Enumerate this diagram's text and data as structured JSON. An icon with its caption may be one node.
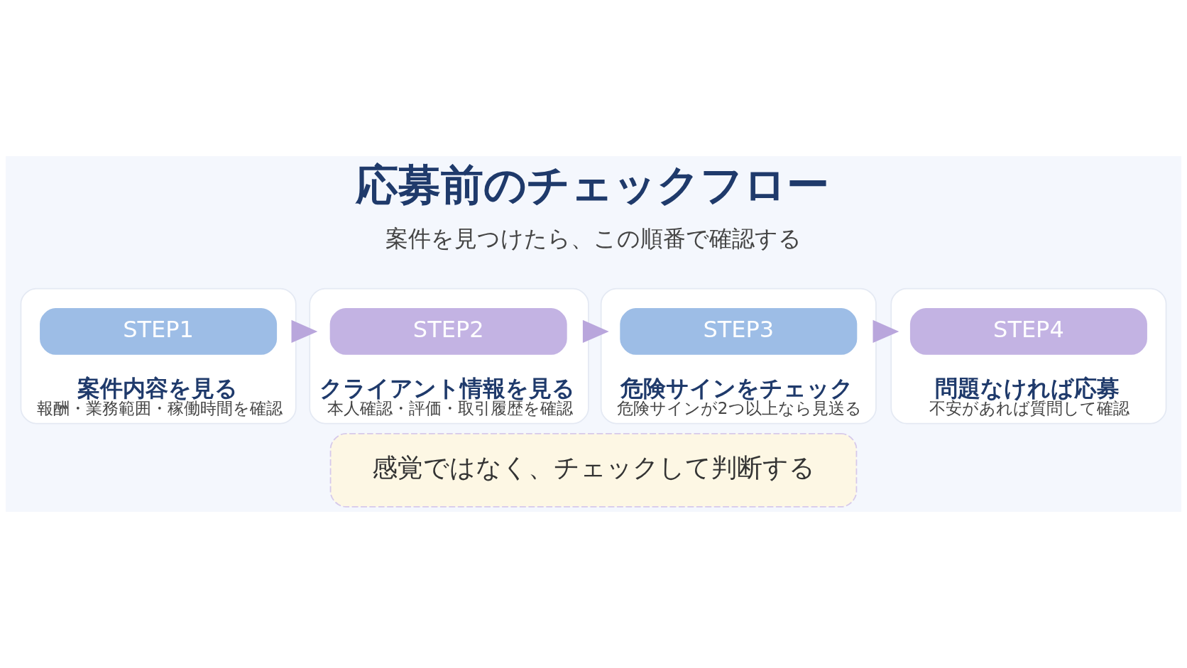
{
  "diagram": {
    "title": "応募前のチェックフロー",
    "nodes": [
      {
        "text": [
          "案件内容を見る",
          "報酬・業務範囲・稼働時間を確認"
        ]
      },
      {
        "text": [
          "STEP1"
        ],
        "in": 0
      },
      {
        "text": [
          "クライアント情報を見る",
          "本人確認・評価・取引履歴を確認"
        ]
      },
      {
        "text": [
          "STEP2"
        ],
        "in": 2
      },
      {
        "text": [
          "危険サインをチェック",
          "危険サインが2つ以上なら見送る"
        ]
      },
      {
        "text": [
          "STEP3"
        ],
        "in": 4
      },
      {
        "text": [
          "問題なければ応募",
          "不安があれば質問して確認"
        ]
      },
      {
        "text": [
          "STEP4"
        ],
        "in": 6
      },
      {
        "text": [
          "感覚ではなく、チェックして判断する"
        ]
      }
    ],
    "edges": [
      {
        "from": 0,
        "to": 2,
        "arrow": "to"
      },
      {
        "from": 2,
        "to": 4,
        "arrow": "to"
      },
      {
        "from": 4,
        "to": 6,
        "arrow": "to"
      }
    ],
    "labels": [
      "案件を見つけたら、この順番で確認する"
    ]
  }
}
